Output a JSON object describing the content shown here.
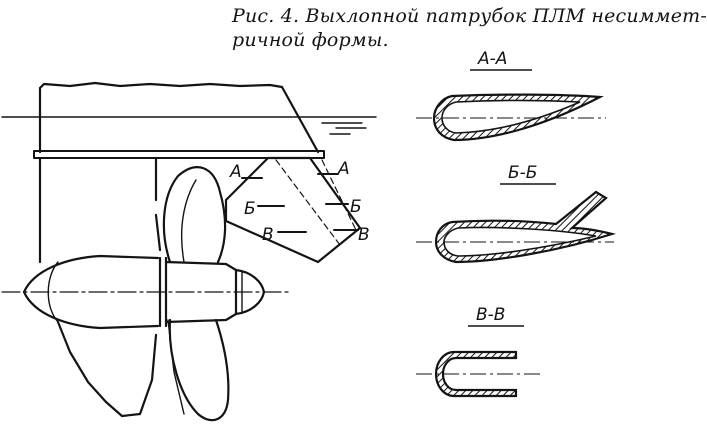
{
  "figure": {
    "caption_line1": "Рис. 4. Выхлопной патрубок ПЛМ несиммет-",
    "caption_line2": "ричной формы."
  },
  "side_view": {
    "section_marks_left": [
      "А",
      "Б",
      "В"
    ],
    "section_marks_right": [
      "А",
      "Б",
      "В"
    ]
  },
  "sections": [
    {
      "id": "aa",
      "title": "А-А"
    },
    {
      "id": "bb",
      "title": "Б-Б"
    },
    {
      "id": "vv",
      "title": "В-В"
    }
  ],
  "colors": {
    "ink": "#141414",
    "background": "#ffffff"
  }
}
